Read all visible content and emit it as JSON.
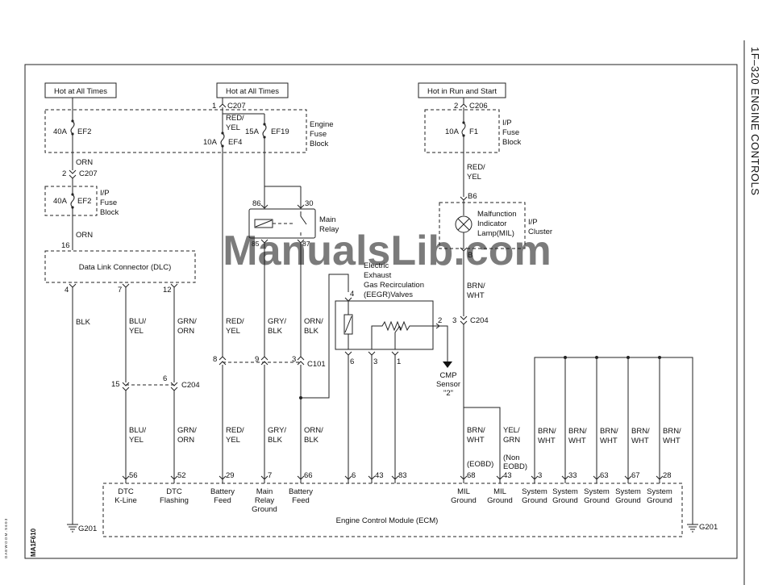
{
  "page": {
    "header": "1F–320 ENGINE CONTROLS",
    "figure_code": "MA1F610",
    "watermark": "ManualsLib.com",
    "side_code": "D A E W O O M . S 6 0 3"
  },
  "power_sources": {
    "left": "Hot at All Times",
    "mid": "Hot at All Times",
    "right": "Hot in Run and Start"
  },
  "fuse_blocks": {
    "engine": [
      "Engine",
      "Fuse",
      "Block"
    ],
    "ip_left": [
      "I/P",
      "Fuse",
      "Block"
    ],
    "ip_right": [
      "I/P",
      "Fuse",
      "Block"
    ]
  },
  "fuses": {
    "ef2_top_rating": "40A",
    "ef2_top_name": "EF2",
    "ef4_rating": "10A",
    "ef4_name": "EF4",
    "ef19_rating": "15A",
    "ef19_name": "EF19",
    "ef2_ip_rating": "40A",
    "ef2_ip_name": "EF2",
    "f1_rating": "10A",
    "f1_name": "F1"
  },
  "connectors": {
    "c207_top_pin": "1",
    "c207_top": "C207",
    "c207_mid_pin": "2",
    "c207_mid": "C207",
    "c206_pin": "2",
    "c206": "C206",
    "b6": "B6",
    "b": "B",
    "c204_right_pin": "3",
    "c204_right": "C204",
    "c204_left_pin_a": "15",
    "c204_left_pin_b": "6",
    "c204_left": "C204",
    "c101_pin_a": "8",
    "c101_pin_b": "9",
    "c101_pin_c": "3",
    "c101": "C101",
    "dlc_pin_a": "4",
    "dlc_pin_b": "7",
    "dlc_pin_c": "12",
    "dlc_in_pin": "16",
    "relay_pin_86": "86",
    "relay_pin_30": "30",
    "relay_pin_85": "85",
    "relay_pin_87": "87",
    "eegr_pin_4": "4",
    "eegr_pin_6": "6",
    "eegr_pin_3": "3",
    "eegr_pin_1": "1",
    "eegr_pin_2": "2"
  },
  "wire_colors": {
    "red_yel_top": [
      "RED/",
      "YEL"
    ],
    "orn_a": "ORN",
    "orn_b": "ORN",
    "blk": "BLK",
    "blu_yel": [
      "BLU/",
      "YEL"
    ],
    "grn_orn": [
      "GRN/",
      "ORN"
    ],
    "red_yel_mid": [
      "RED/",
      "YEL"
    ],
    "gry_blk": [
      "GRY/",
      "BLK"
    ],
    "orn_blk": [
      "ORN/",
      "BLK"
    ],
    "blu_yel_low": [
      "BLU/",
      "YEL"
    ],
    "grn_orn_low": [
      "GRN/",
      "ORN"
    ],
    "red_yel_low": [
      "RED/",
      "YEL"
    ],
    "gry_blk_low": [
      "GRY/",
      "BLK"
    ],
    "orn_blk_low": [
      "ORN/",
      "BLK"
    ],
    "red_yel_right": [
      "RED/",
      "YEL"
    ],
    "brn_wht_right": [
      "BRN/",
      "WHT"
    ],
    "brn_wht_low": [
      "BRN/",
      "WHT"
    ],
    "yel_grn": [
      "YEL/",
      "GRN"
    ],
    "ground_wires": [
      "BRN/ WHT",
      "BRN/ WHT",
      "BRN/ WHT",
      "BRN/ WHT",
      "BRN/ WHT"
    ]
  },
  "components": {
    "dlc": "Data Link Connector (DLC)",
    "main_relay": [
      "Main",
      "Relay"
    ],
    "eegr": [
      "Electric",
      "Exhaust",
      "Gas Recirculation",
      "(EEGR)Valves"
    ],
    "mil_lamp": [
      "Malfunction",
      "Indicator",
      "Lamp(MIL)"
    ],
    "ip_cluster": [
      "I/P",
      "Cluster"
    ],
    "cmp_sensor": [
      "CMP",
      "Sensor",
      "\"2\""
    ],
    "ecm": "Engine Control Module (ECM)",
    "ground_left": "G201",
    "ground_right": "G201",
    "eobd": "(EOBD)",
    "non_eobd": [
      "(Non",
      "EOBD)"
    ]
  },
  "ecm_pins": [
    {
      "pin": "56",
      "label": [
        "DTC",
        "K-Line"
      ]
    },
    {
      "pin": "52",
      "label": [
        "DTC",
        "Flashing"
      ]
    },
    {
      "pin": "29",
      "label": [
        "Battery",
        "Feed"
      ]
    },
    {
      "pin": "7",
      "label": [
        "Main",
        "Relay",
        "Ground"
      ]
    },
    {
      "pin": "66",
      "label": [
        "Battery",
        "Feed"
      ]
    },
    {
      "pin": "6",
      "label": []
    },
    {
      "pin": "43",
      "label": []
    },
    {
      "pin": "83",
      "label": []
    },
    {
      "pin": "68",
      "label": [
        "MIL",
        "Ground"
      ]
    },
    {
      "pin": "43",
      "label": [
        "MIL",
        "Ground"
      ]
    },
    {
      "pin": "3",
      "label": [
        "System",
        "Ground"
      ]
    },
    {
      "pin": "33",
      "label": [
        "System",
        "Ground"
      ]
    },
    {
      "pin": "63",
      "label": [
        "System",
        "Ground"
      ]
    },
    {
      "pin": "67",
      "label": [
        "System",
        "Ground"
      ]
    },
    {
      "pin": "28",
      "label": [
        "System",
        "Ground"
      ]
    }
  ]
}
